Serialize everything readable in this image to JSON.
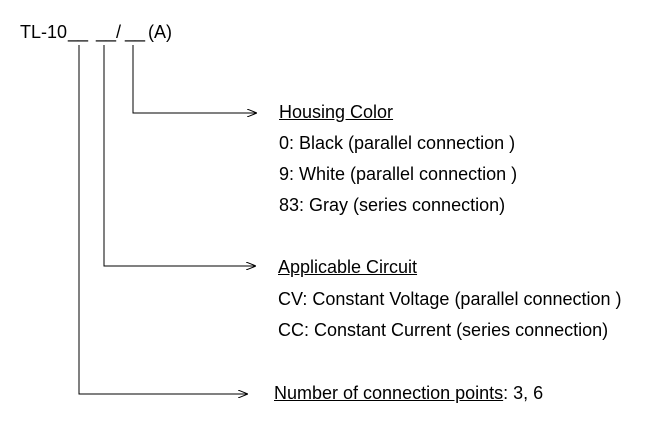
{
  "model": {
    "prefix": "TL-10",
    "blank_1": "__",
    "blank_2": "__",
    "separator": "/",
    "blank_3": "__",
    "suffix": "(A)"
  },
  "housing_color": {
    "title": "Housing Color",
    "options": [
      "0: Black (parallel connection )",
      "9: White (parallel connection )",
      "83: Gray (series connection)"
    ]
  },
  "applicable_circuit": {
    "title": "Applicable Circuit",
    "options": [
      "CV: Constant Voltage (parallel connection )",
      "CC: Constant Current (series connection)"
    ]
  },
  "connection_points": {
    "title": "Number of connection points",
    "value": ": 3, 6"
  }
}
